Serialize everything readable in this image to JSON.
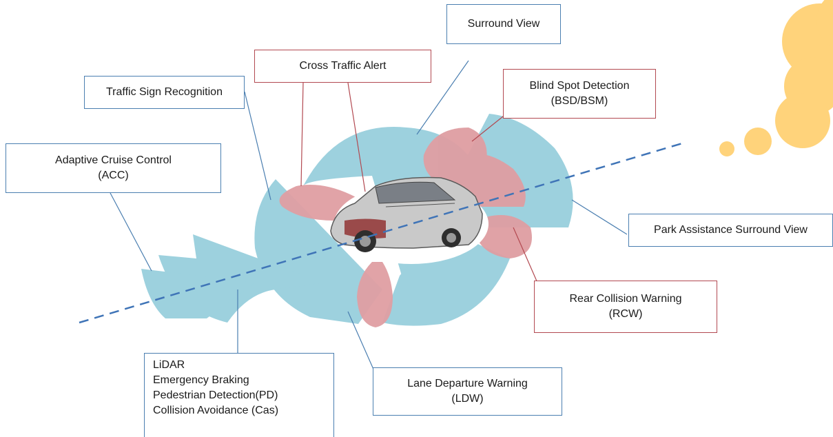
{
  "colors": {
    "sensor_blue": "#9dd1de",
    "sensor_red": "#df9ea2",
    "connector_blue": "#4a7eb0",
    "connector_red": "#b24850",
    "axis_dash": "#3f74b7",
    "dot_orange": "#ffd37b"
  },
  "labels": {
    "surround_view": "Surround View",
    "cross_traffic": "Cross Traffic Alert",
    "traffic_sign": "Traffic Sign Recognition",
    "blind_spot_1": "Blind Spot Detection",
    "blind_spot_2": "(BSD/BSM)",
    "acc_1": "Adaptive Cruise Control",
    "acc_2": "(ACC)",
    "park_assist": "Park Assistance Surround View",
    "rear_collision_1": "Rear Collision Warning",
    "rear_collision_2": "(RCW)",
    "lidar_lines": [
      "LiDAR",
      "Emergency Braking",
      "Pedestrian Detection(PD)",
      "Collision Avoidance (Cas)"
    ],
    "lane_departure_1": "Lane Departure Warning",
    "lane_departure_2": "(LDW)"
  }
}
